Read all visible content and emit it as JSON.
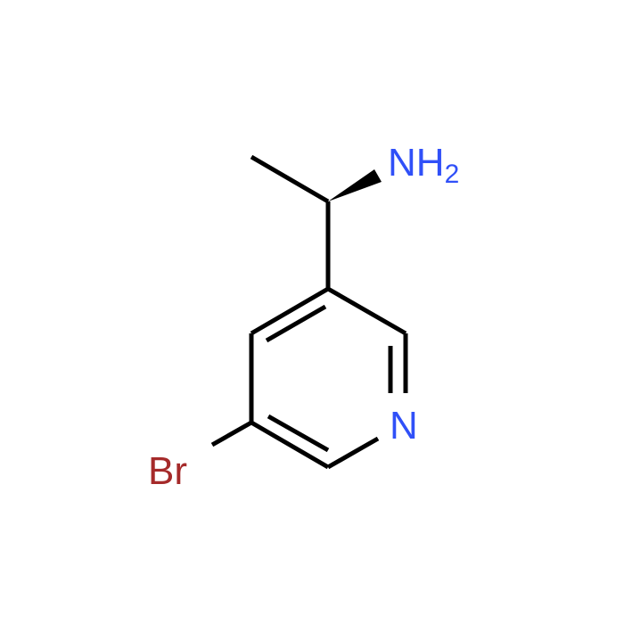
{
  "molecule": {
    "atoms": {
      "amine": {
        "symbol": "NH",
        "subscript": "2",
        "color": "#3050F8"
      },
      "ring_nitrogen": {
        "symbol": "N",
        "color": "#3050F8"
      },
      "bromine": {
        "symbol": "Br",
        "color": "#A52A2A"
      }
    },
    "bond_color": "#000000",
    "stereo": {
      "type": "wedge",
      "color": "#000000"
    }
  }
}
